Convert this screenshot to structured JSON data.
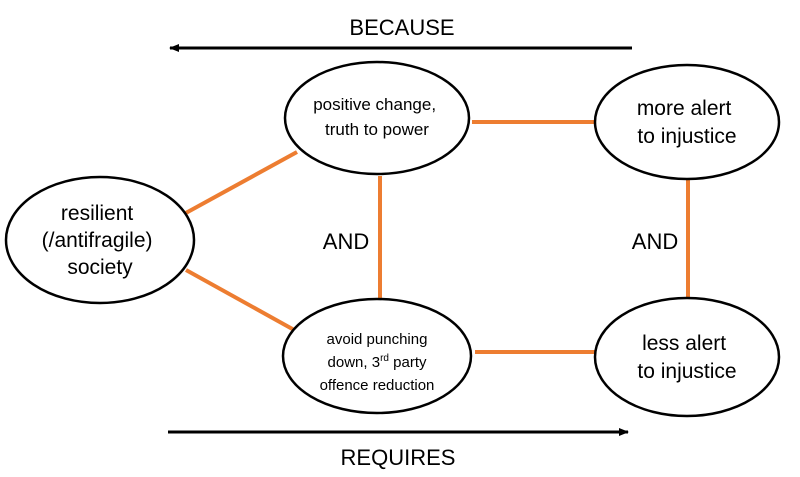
{
  "top_arrow": {
    "label": "BECAUSE",
    "direction": "left"
  },
  "bottom_arrow": {
    "label": "REQUIRES",
    "direction": "right"
  },
  "nodes": {
    "resilient": {
      "lines": [
        "resilient",
        "(/antifragile)",
        "society"
      ]
    },
    "positive": {
      "lines": [
        "positive change,",
        "truth to power"
      ]
    },
    "more_alert": {
      "lines": [
        "more alert",
        "to injustice"
      ]
    },
    "avoid": {
      "line1": "avoid punching",
      "line2_pre": "down, 3",
      "line2_sup": "rd",
      "line2_post": " party",
      "line3": "offence reduction"
    },
    "less_alert": {
      "lines": [
        "less alert",
        "to injustice"
      ]
    }
  },
  "connectors": {
    "left_and": "AND",
    "right_and": "AND",
    "color": "#ED7D31"
  }
}
